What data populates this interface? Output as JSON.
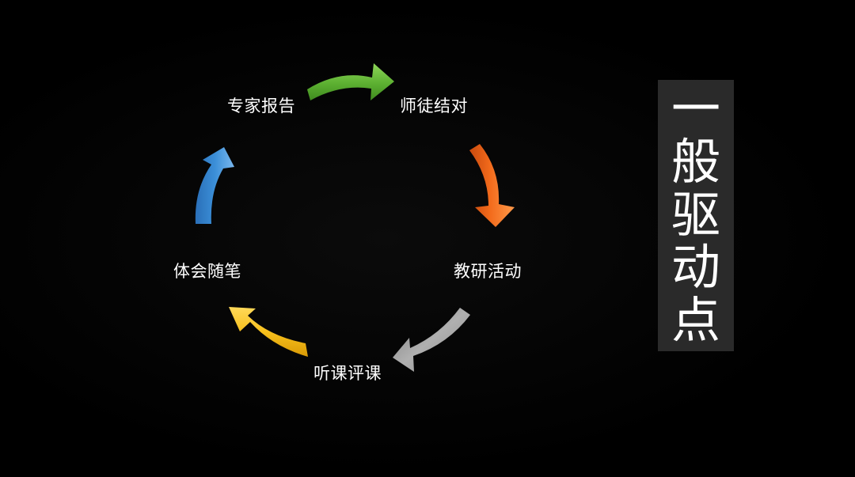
{
  "cycle": {
    "nodes": [
      {
        "label": "专家报告"
      },
      {
        "label": "师徒结对"
      },
      {
        "label": "教研活动"
      },
      {
        "label": "听课评课"
      },
      {
        "label": "体会随笔"
      }
    ],
    "arrows": [
      {
        "from": "专家报告",
        "to": "师徒结对",
        "color": "#5cb031"
      },
      {
        "from": "师徒结对",
        "to": "教研活动",
        "color": "#f26a1b"
      },
      {
        "from": "教研活动",
        "to": "听课评课",
        "color": "#9a9a9a"
      },
      {
        "from": "听课评课",
        "to": "体会随笔",
        "color": "#f7c01c"
      },
      {
        "from": "体会随笔",
        "to": "专家报告",
        "color": "#3b8fd8"
      }
    ]
  },
  "side_title": {
    "chars": [
      "一",
      "般",
      "驱",
      "动",
      "点"
    ],
    "background": "#2a2a2a",
    "text_color": "#ffffff"
  }
}
